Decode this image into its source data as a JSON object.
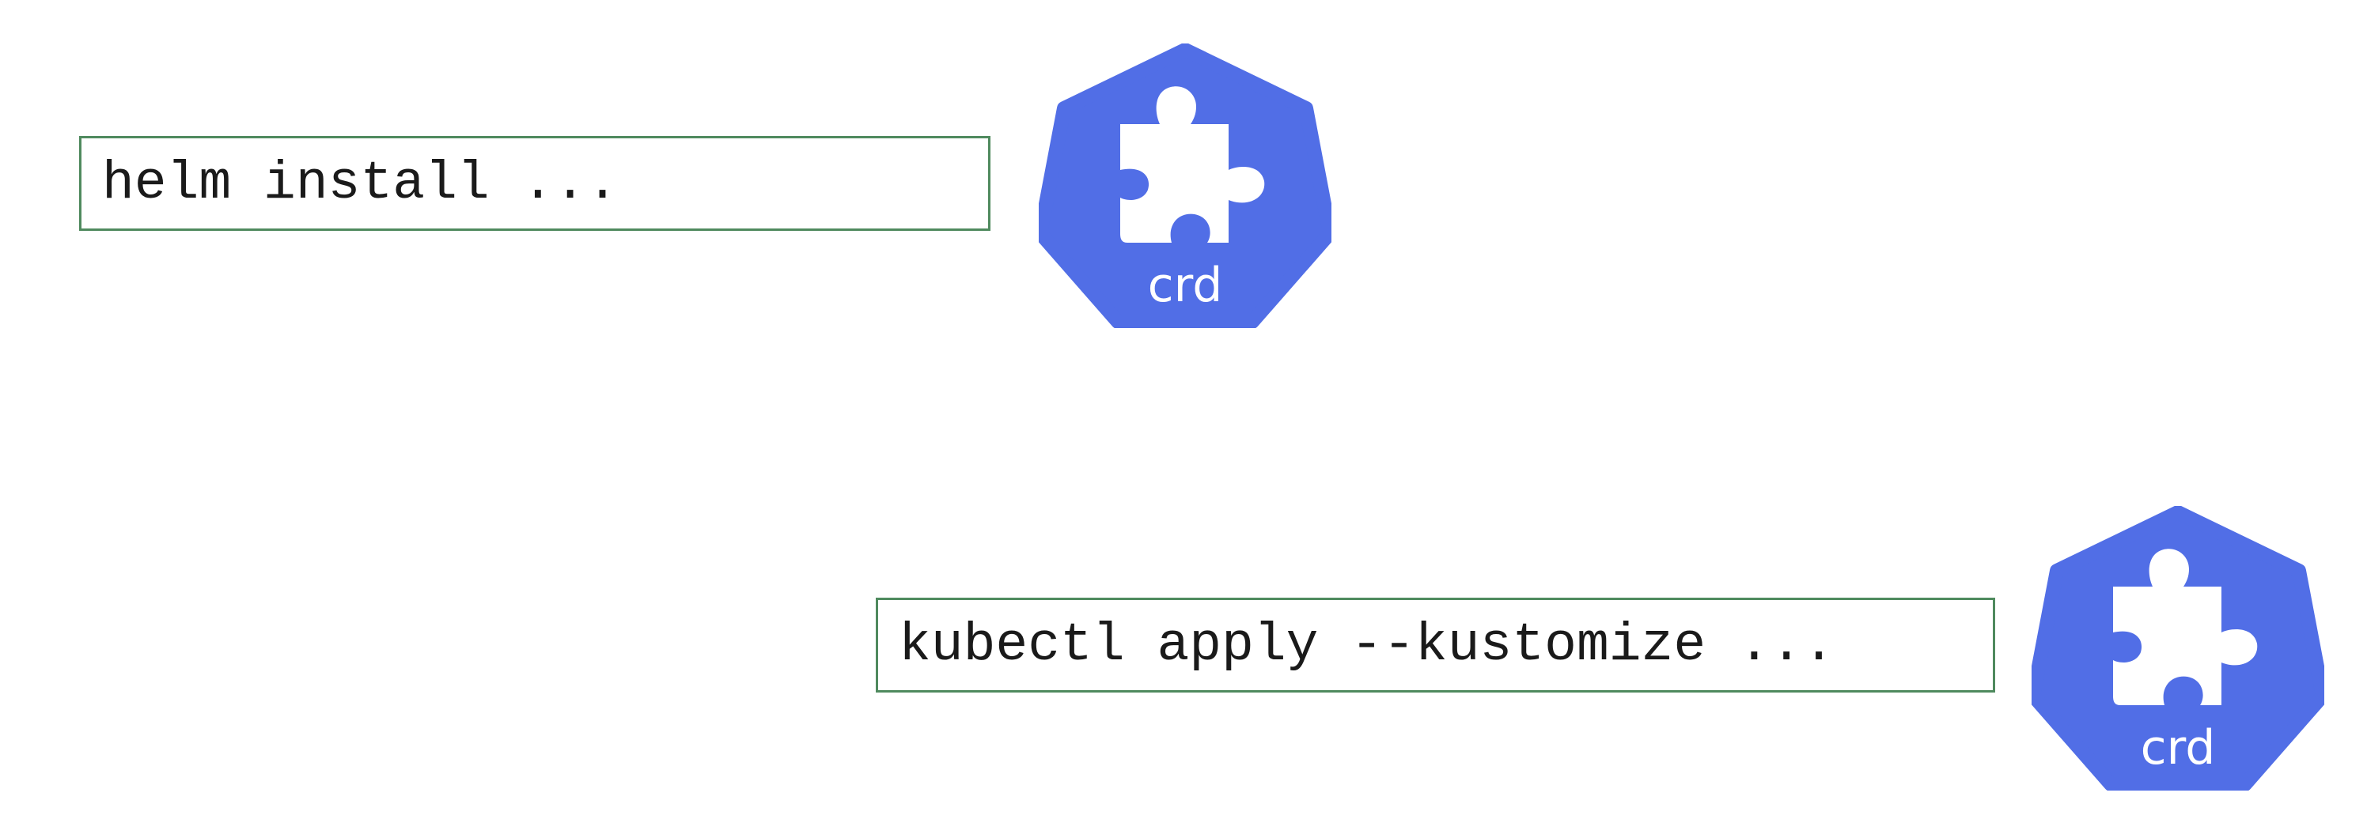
{
  "commands": {
    "helm": "helm install ...",
    "kubectl": "kubectl apply --kustomize ..."
  },
  "icons": [
    {
      "name": "crd-icon",
      "label": "crd",
      "color": "#516ee6"
    },
    {
      "name": "crd-icon",
      "label": "crd",
      "color": "#516ee6"
    }
  ],
  "colors": {
    "box_border": "#4f8a5e",
    "icon_fill": "#516ee6"
  }
}
